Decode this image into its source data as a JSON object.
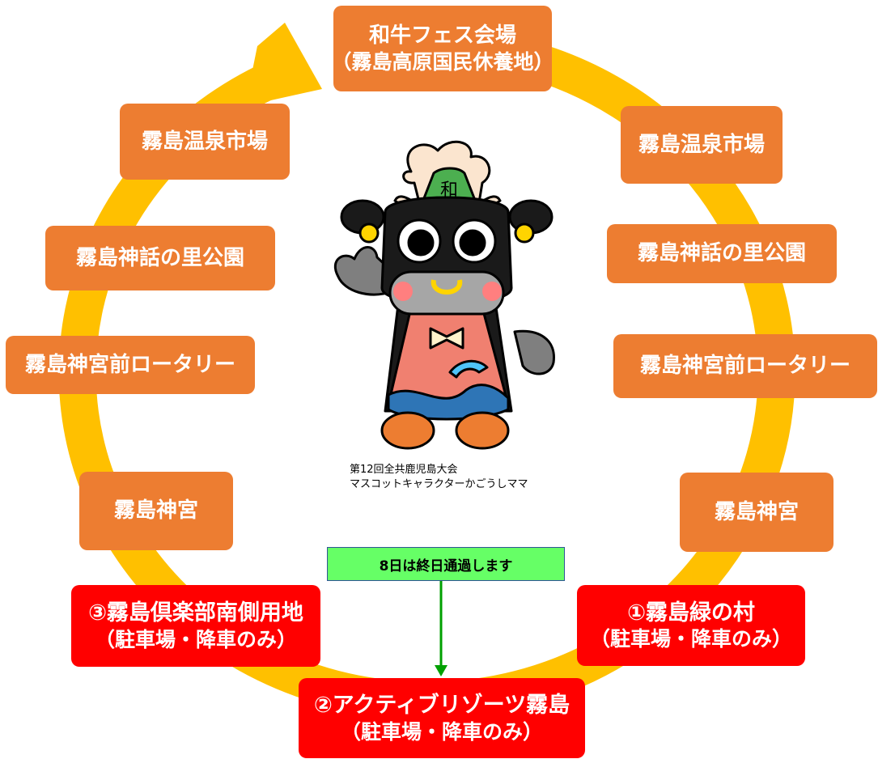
{
  "venue": {
    "line1": "和牛フェス会場",
    "line2": "（霧島高原国民休養地）"
  },
  "left_route": {
    "stop1": "霧島温泉市場",
    "stop2": "霧島神話の里公園",
    "stop3": "霧島神宮前ロータリー",
    "stop4": "霧島神宮"
  },
  "right_route": {
    "stop1": "霧島温泉市場",
    "stop2": "霧島神話の里公園",
    "stop3": "霧島神宮前ロータリー",
    "stop4": "霧島神宮"
  },
  "parking": {
    "p1": {
      "line1": "①霧島緑の村",
      "line2": "（駐車場・降車のみ）"
    },
    "p2": {
      "line1": "②アクティブリゾーツ霧島",
      "line2": "（駐車場・降車のみ）"
    },
    "p3": {
      "line1": "③霧島倶楽部南側用地",
      "line2": "（駐車場・降車のみ）"
    }
  },
  "notice": "8日は終日通過します",
  "mascot": {
    "hat_letter": "和",
    "caption_line1": "第12回全共鹿児島大会",
    "caption_line2": "マスコットキャラクターかごうしママ"
  },
  "colors": {
    "loop": "#ffc000",
    "stop_box": "#ed7d31",
    "parking_box": "#ff0000",
    "notice_fill": "#66ff66",
    "notice_arrow": "#00a000"
  }
}
